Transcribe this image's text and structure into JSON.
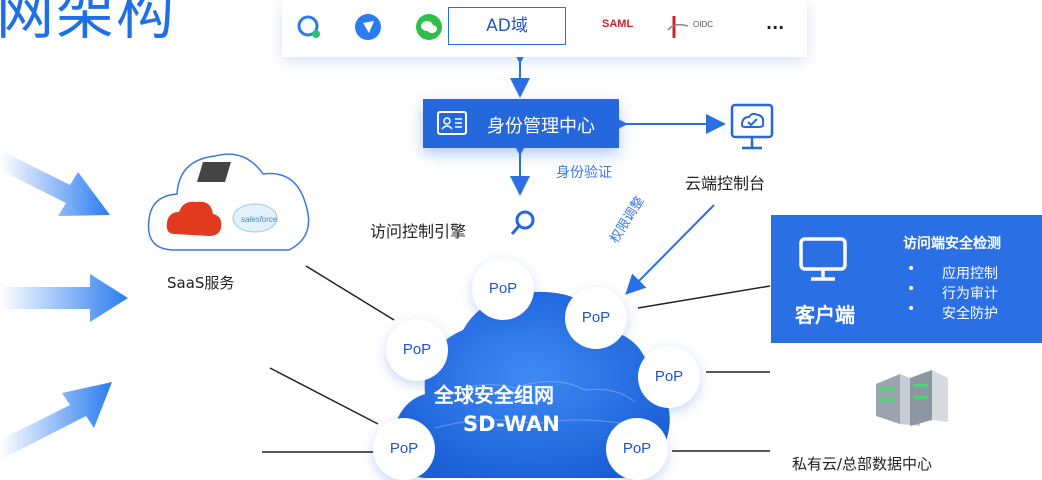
{
  "header": {
    "title_partial": "网架构"
  },
  "idp_bar": {
    "ad_label": "AD域",
    "saml_label": "SAML",
    "oidc_label": "OIDC",
    "more_label": "...",
    "icons": [
      "chat-app-icon",
      "compass-app-icon",
      "wechat-icon",
      "ad-domain",
      "saml-logo",
      "oidc-logo"
    ]
  },
  "identity_center": {
    "label": "身份管理中心"
  },
  "auth_label": "身份验证",
  "console": {
    "label": "云端控制台"
  },
  "permission_label": "权限调整",
  "engine": {
    "label": "访问控制引擎"
  },
  "saas": {
    "label": "SaaS服务"
  },
  "client": {
    "label": "客户端",
    "title": "访问端安全检测",
    "bullet": "•",
    "items": [
      "应用控制",
      "行为审计",
      "安全防护"
    ]
  },
  "center": {
    "title": "全球安全组网",
    "subtitle": "SD-WAN"
  },
  "pop_label": "PoP",
  "private_cloud": {
    "label": "私有云/总部数据中心"
  },
  "colors": {
    "primary": "#2568de",
    "accent_text": "#3a78e6",
    "saml_red": "#d0232a"
  }
}
